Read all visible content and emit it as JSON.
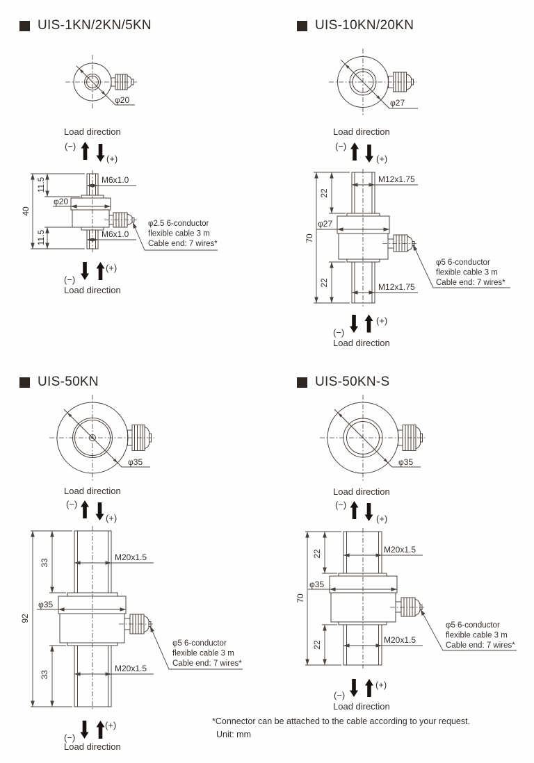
{
  "page": {
    "footer_note": "*Connector can be attached to the cable according to your request.",
    "footer_unit": "Unit: mm"
  },
  "shared": {
    "load_direction": "Load direction",
    "minus": "(−)",
    "plus": "(+)"
  },
  "models": [
    {
      "title": "UIS-1KN/2KN/5KN",
      "top_diameter": "φ20",
      "flange_diameter": "φ20",
      "overall_height": "40",
      "upper_stud_length": "11.5",
      "lower_stud_length": "11.5",
      "upper_thread": "M6x1.0",
      "lower_thread": "M6x1.0",
      "cable_line1": "φ2.5 6-conductor",
      "cable_line2": "flexible cable 3 m",
      "cable_line3": "Cable end: 7 wires*"
    },
    {
      "title": "UIS-10KN/20KN",
      "top_diameter": "φ27",
      "flange_diameter": "φ27",
      "overall_height": "70",
      "upper_stud_length": "22",
      "lower_stud_length": "22",
      "upper_thread": "M12x1.75",
      "lower_thread": "M12x1.75",
      "cable_line1": "φ5 6-conductor",
      "cable_line2": "flexible cable 3 m",
      "cable_line3": "Cable end: 7 wires*"
    },
    {
      "title": "UIS-50KN",
      "top_diameter": "φ35",
      "flange_diameter": "φ35",
      "overall_height": "92",
      "upper_stud_length": "33",
      "lower_stud_length": "33",
      "upper_thread": "M20x1.5",
      "lower_thread": "M20x1.5",
      "cable_line1": "φ5 6-conductor",
      "cable_line2": "flexible cable 3 m",
      "cable_line3": "Cable end: 7 wires*"
    },
    {
      "title": "UIS-50KN-S",
      "top_diameter": "φ35",
      "flange_diameter": "φ35",
      "overall_height": "70",
      "upper_stud_length": "22",
      "lower_stud_length": "22",
      "upper_thread": "M20x1.5",
      "lower_thread": "M20x1.5",
      "cable_line1": "φ5 6-conductor",
      "cable_line2": "flexible cable 3 m",
      "cable_line3": "Cable end: 7 wires*"
    }
  ]
}
